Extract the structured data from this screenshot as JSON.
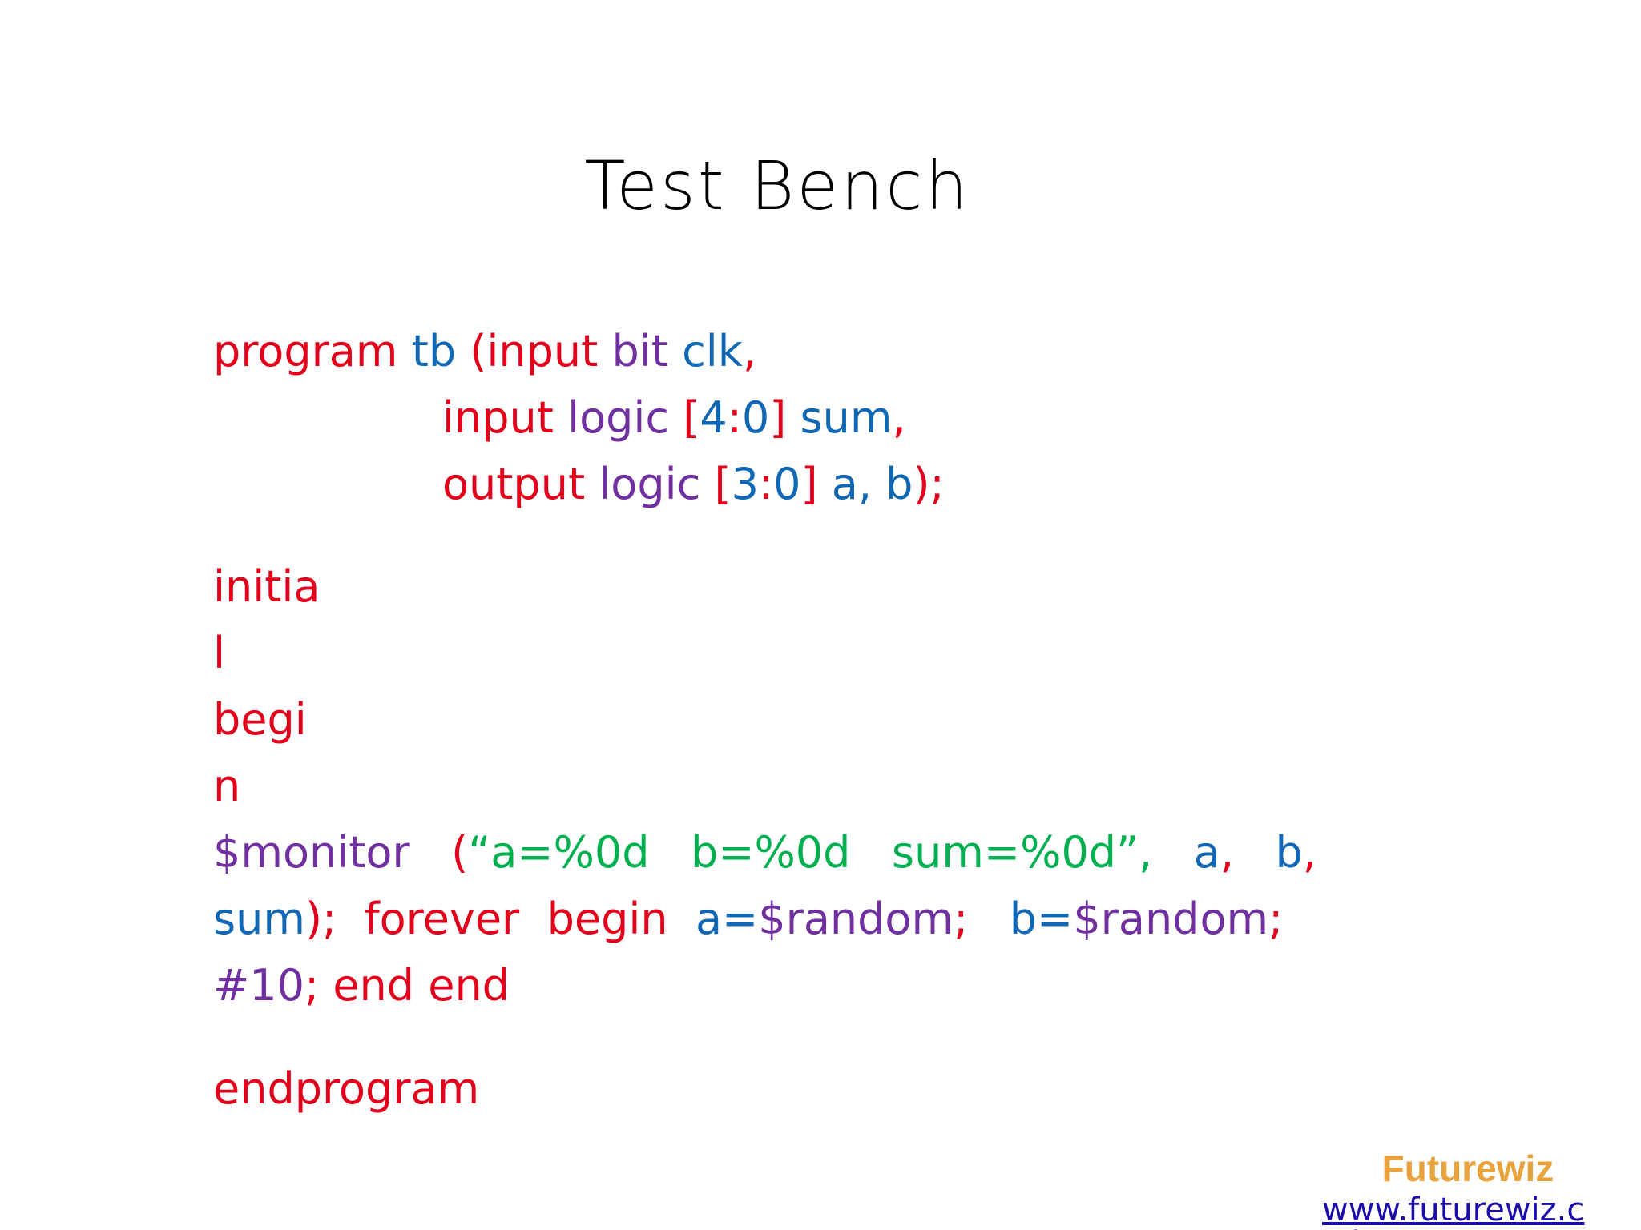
{
  "slide": {
    "title": "Test Bench"
  },
  "code": {
    "l1": {
      "t1": "program",
      "t2": "tb",
      "t3": "(input",
      "t4": "bit",
      "t5": "clk",
      "t6": ","
    },
    "l2": {
      "t1": "input",
      "t2": "logic",
      "t3": "[",
      "t4": "4",
      "t5": ":",
      "t6": "0",
      "t7": "]",
      "t8": "sum",
      "t9": ","
    },
    "l3": {
      "t1": "output",
      "t2": "logic",
      "t3": "[",
      "t4": "3",
      "t5": ":",
      "t6": "0",
      "t7": "]",
      "t8": "a,",
      "t9": "b",
      "t10": ");"
    },
    "l4": {
      "t1": "initia"
    },
    "l5": {
      "t1": "l"
    },
    "l6": {
      "t1": "begi"
    },
    "l7": {
      "t1": "n"
    },
    "l8": {
      "t1": "$monitor",
      "t2": "(",
      "t3": "“a=%0d   b=%0d   sum=%0d”,",
      "t4": "a",
      "t5": ",",
      "t6": "b",
      "t7": ","
    },
    "l9": {
      "t1": "sum",
      "t2": ");",
      "t3": "forever  begin",
      "t4": "a=",
      "t5": "$random",
      "t6": ";",
      "t7": "b=",
      "t8": "$random",
      "t9": ";"
    },
    "l10": {
      "t1": "#10",
      "t2": "; end end"
    },
    "l11": {
      "t1": "endprogram"
    }
  },
  "footer": {
    "brand": "Futurewiz",
    "url": "www.futurewiz.co.in"
  },
  "colors": {
    "keyword_red": "#e3001b",
    "identifier_blue": "#1068b4",
    "type_purple": "#7030a0",
    "string_green": "#00b050",
    "brand_orange": "#e8a33c"
  }
}
